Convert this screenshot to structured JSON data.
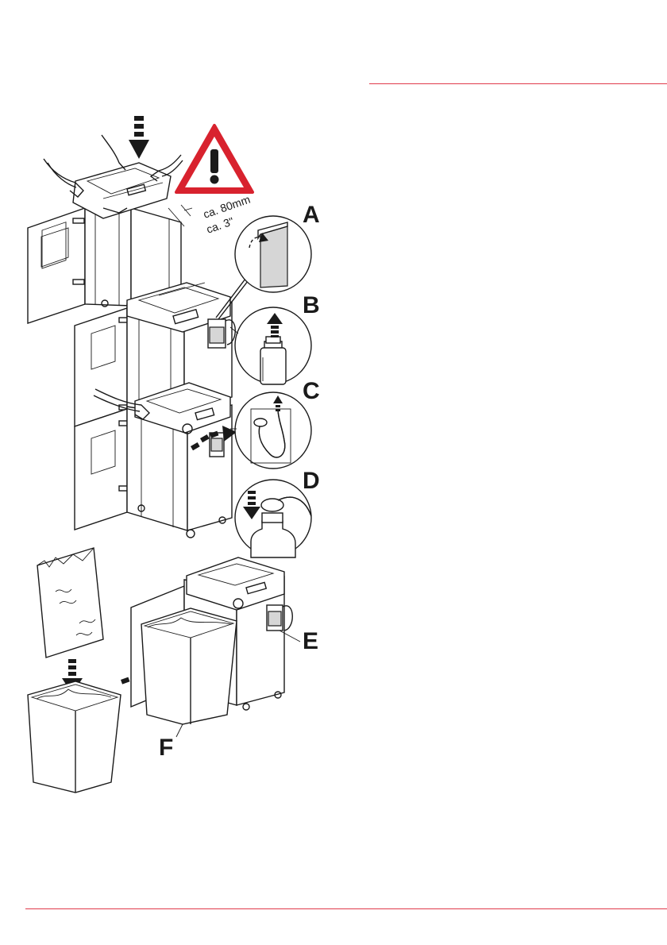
{
  "callouts": {
    "a": "A",
    "b": "B",
    "c": "C",
    "d": "D",
    "e": "E",
    "f": "F"
  },
  "dimension": {
    "metric": "ca. 80mm",
    "imperial": "ca. 3\""
  },
  "icons": {
    "warning": "warning-triangle-icon"
  },
  "colors": {
    "accent_rule": "#e03a4b",
    "warning_red": "#d8222e",
    "ink": "#1a1a1a"
  }
}
